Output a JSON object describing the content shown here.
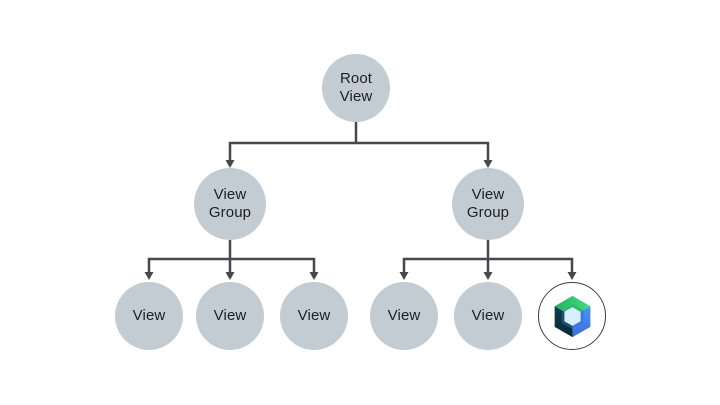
{
  "diagram": {
    "type": "tree",
    "description": "View hierarchy tree: a Root View with two View Group children; the left group contains three Views, the right group contains two Views and one Jetpack Compose node",
    "nodes": {
      "root": {
        "label": "Root\nView"
      },
      "group_left": {
        "label": "View\nGroup"
      },
      "group_right": {
        "label": "View\nGroup"
      },
      "view_left_1": {
        "label": "View"
      },
      "view_left_2": {
        "label": "View"
      },
      "view_left_3": {
        "label": "View"
      },
      "view_right_1": {
        "label": "View"
      },
      "view_right_2": {
        "label": "View"
      },
      "compose": {
        "icon": "jetpack-compose-logo"
      }
    },
    "edges": [
      "root->group_left",
      "root->group_right",
      "group_left->view_left_1",
      "group_left->view_left_2",
      "group_left->view_left_3",
      "group_right->view_right_1",
      "group_right->view_right_2",
      "group_right->compose"
    ]
  },
  "colors": {
    "background": "#ffffff",
    "node_fill": "#c2ccd2",
    "node_text": "#1d2023",
    "connector": "#45494e",
    "compose_circle_border": "#3c4043",
    "compose_green": "#3ddc84",
    "compose_green_dark": "#2aae63",
    "compose_blue": "#5191f6",
    "compose_blue_dark": "#3c6fd6",
    "compose_navy": "#0b2b3b",
    "compose_hole": "#d9edfa"
  }
}
